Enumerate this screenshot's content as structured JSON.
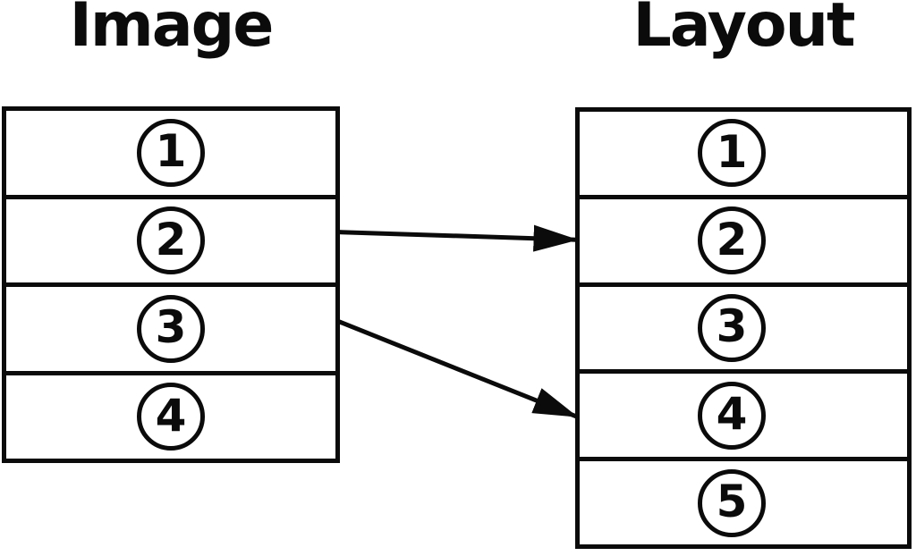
{
  "diagram": {
    "image_stack": {
      "title": "Image",
      "rows": [
        "1",
        "2",
        "3",
        "4"
      ]
    },
    "layout_stack": {
      "title": "Layout",
      "rows": [
        "1",
        "2",
        "3",
        "4",
        "5"
      ]
    },
    "arrows": [
      {
        "from_stack": "image",
        "from_row": 2,
        "to_stack": "layout",
        "to_row": 2
      },
      {
        "from_stack": "image",
        "from_row": 3,
        "to_stack": "layout",
        "to_row": 4
      }
    ],
    "colors": {
      "ink": "#0b0b0b",
      "background": "#ffffff"
    }
  }
}
